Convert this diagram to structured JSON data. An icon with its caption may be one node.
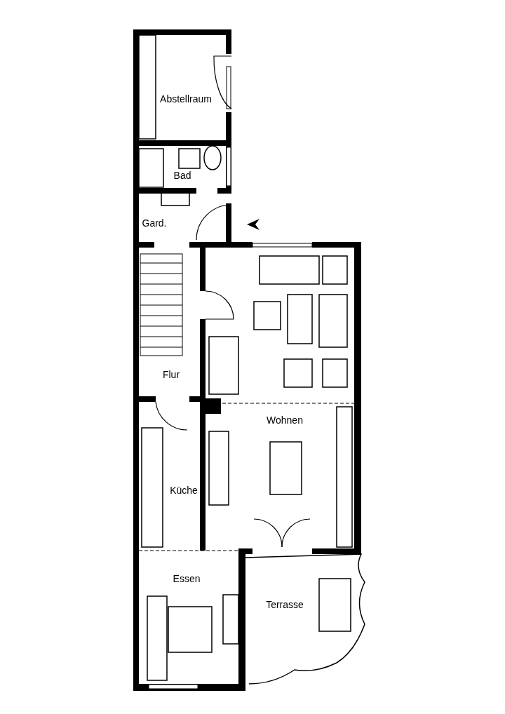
{
  "diagram": {
    "labels": [
      "Abstellraum",
      "Bad",
      "Gard.",
      "Flur",
      "Wohnen",
      "Küche",
      "Essen",
      "Terrasse"
    ]
  }
}
